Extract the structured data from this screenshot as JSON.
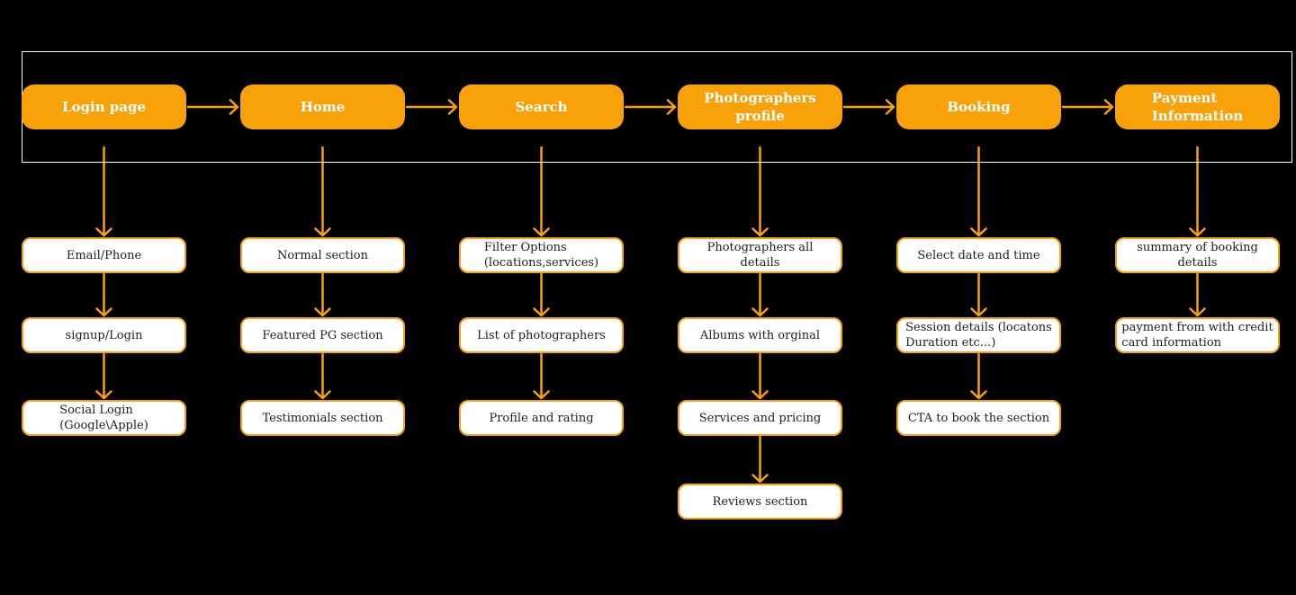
{
  "colors": {
    "background": "#000000",
    "accent_orange": "#F9A109",
    "node_fill": "#FFFFFF",
    "node_text": "#1E1E1E",
    "stage_text": "#FFFFFF",
    "frame_border": "#FFFFFF"
  },
  "flow": {
    "stages": [
      {
        "title": "Login page",
        "steps": [
          "Email/Phone",
          "signup/Login",
          "Social Login\n(Google\\Apple)"
        ]
      },
      {
        "title": "Home",
        "steps": [
          "Normal section",
          "Featured PG section",
          "Testimonials section"
        ]
      },
      {
        "title": "Search",
        "steps": [
          "Filter Options\n(locations,services)",
          "List of photographers",
          "Profile and rating"
        ]
      },
      {
        "title": "Photographers\nprofile",
        "steps": [
          "Photographers all\ndetails",
          "Albums with orginal",
          "Services and pricing",
          "Reviews section"
        ]
      },
      {
        "title": "Booking",
        "steps": [
          "Select date and time",
          "Session details (locatons\nDuration etc...)",
          "CTA to book the section"
        ]
      },
      {
        "title": "Payment\nInformation",
        "steps": [
          "summary of booking\ndetails",
          "payment from with credit\ncard information"
        ]
      }
    ]
  }
}
